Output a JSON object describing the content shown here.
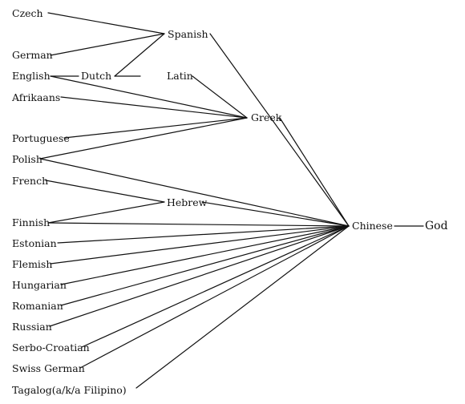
{
  "diagram": {
    "nodes": {
      "czech": "Czech",
      "german": "German",
      "english": "English",
      "afrikaans": "Afrikaans",
      "portuguese": "Portuguese",
      "polish": "Polish",
      "french": "French",
      "finnish": "Finnish",
      "estonian": "Estonian",
      "flemish": "Flemish",
      "hungarian": "Hungarian",
      "romanian": "Romanian",
      "russian": "Russian",
      "serbo_croatian": "Serbo-Croatian",
      "swiss_german": "Swiss German",
      "tagalog": "Tagalog(a/k/a Filipino)",
      "spanish": "Spanish",
      "dutch": "Dutch",
      "latin": "Latin",
      "greek": "Greek",
      "hebrew": "Hebrew",
      "chinese": "Chinese",
      "god": "God"
    },
    "edges": [
      [
        "czech",
        "spanish"
      ],
      [
        "german",
        "spanish"
      ],
      [
        "english",
        "dutch"
      ],
      [
        "dutch",
        "spanish"
      ],
      [
        "dutch",
        "latin"
      ],
      [
        "english",
        "greek"
      ],
      [
        "afrikaans",
        "greek"
      ],
      [
        "portuguese",
        "greek"
      ],
      [
        "polish",
        "greek"
      ],
      [
        "latin",
        "greek"
      ],
      [
        "polish",
        "chinese"
      ],
      [
        "french",
        "hebrew"
      ],
      [
        "finnish",
        "hebrew"
      ],
      [
        "hebrew",
        "chinese"
      ],
      [
        "finnish",
        "chinese"
      ],
      [
        "estonian",
        "chinese"
      ],
      [
        "flemish",
        "chinese"
      ],
      [
        "hungarian",
        "chinese"
      ],
      [
        "romanian",
        "chinese"
      ],
      [
        "russian",
        "chinese"
      ],
      [
        "serbo_croatian",
        "chinese"
      ],
      [
        "swiss_german",
        "chinese"
      ],
      [
        "tagalog",
        "chinese"
      ],
      [
        "spanish",
        "chinese"
      ],
      [
        "greek",
        "chinese"
      ],
      [
        "chinese",
        "god"
      ]
    ]
  }
}
